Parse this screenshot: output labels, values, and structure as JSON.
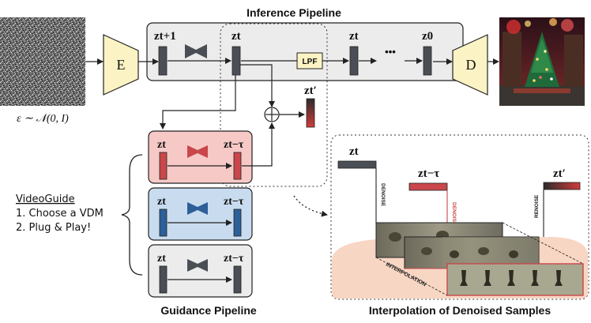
{
  "titles": {
    "inference": "Inference Pipeline",
    "guidance": "Guidance Pipeline",
    "interp": "Interpolation of Denoised Samples"
  },
  "labels": {
    "noise": "ε ∼ 𝒩(0, I)",
    "encoder": "E",
    "decoder": "D",
    "lpf": "LPF",
    "z_t1": "zt+1",
    "z_t": "zt",
    "z_0": "z0",
    "dots": "•••",
    "z_tprime": "zt′",
    "z_ttau": "zt−τ",
    "plus": "+"
  },
  "videoguide": {
    "title": "VideoGuide",
    "steps": [
      "1.  Choose a VDM",
      "2.  Plug & Play!"
    ]
  },
  "interp_labels": {
    "denoise": "DENOISE",
    "renoise": "RENOISE",
    "interpolation": "INTERPOLATION"
  },
  "colors": {
    "inference_bg": "#ececec",
    "red_bg": "#f6c9c6",
    "blue_bg": "#c9dcef",
    "gray_bg": "#ececec",
    "bar_gray": "#4a4f55",
    "bar_red": "#c9474a",
    "bar_blue": "#2d5f98",
    "enc_fill": "#fbf3c4"
  }
}
